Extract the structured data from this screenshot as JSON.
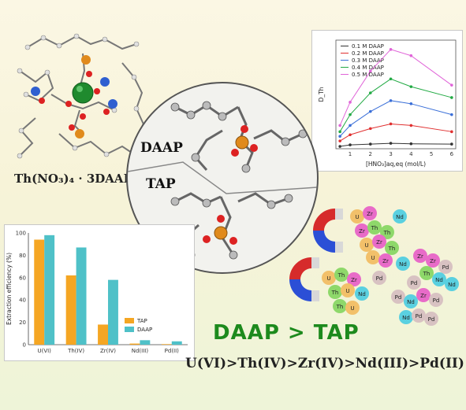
{
  "labels": {
    "formula": "Th(NO₃)₄ · 3DAAP",
    "daap": "DAAP",
    "tap": "TAP",
    "headline": "DAAP > TAP",
    "order": "U(VI)>Th(IV)>Zr(IV)>Nd(III)>Pd(II)"
  },
  "colors": {
    "tap": "#f5a623",
    "daap": "#4fc1c8",
    "headline": "#1d8a1d"
  },
  "chart_data": [
    {
      "type": "line",
      "xlabel": "[HNO₃]aq,eq (mol/L)",
      "ylabel": "D_Th",
      "x": [
        0.5,
        1,
        2,
        3,
        4,
        6
      ],
      "xticks": [
        "1",
        "2",
        "3",
        "4",
        "5",
        "6"
      ],
      "xlim": [
        0.3,
        6.2
      ],
      "ylim": [
        0,
        70
      ],
      "series": [
        {
          "name": "0.1 M DAAP",
          "color": "#333333",
          "values": [
            1.5,
            2.5,
            3,
            3.5,
            3.2,
            3
          ]
        },
        {
          "name": "0.2 M DAAP",
          "color": "#e03030",
          "values": [
            5,
            9,
            13,
            16,
            15,
            11
          ]
        },
        {
          "name": "0.3 M DAAP",
          "color": "#3a6fd8",
          "values": [
            8,
            15,
            24,
            31,
            29,
            22
          ]
        },
        {
          "name": "0.4 M DAAP",
          "color": "#22aa44",
          "values": [
            11,
            22,
            36,
            45,
            40,
            33
          ]
        },
        {
          "name": "0.5 M DAAP",
          "color": "#e064d8",
          "values": [
            15,
            30,
            50,
            64,
            60,
            41
          ]
        }
      ]
    },
    {
      "type": "bar",
      "ylabel": "Extraction efficiency (%)",
      "categories": [
        "U(VI)",
        "Th(IV)",
        "Zr(IV)",
        "Nd(III)",
        "Pd(II)"
      ],
      "ylim": [
        0,
        100
      ],
      "yticks": [
        "0",
        "20",
        "40",
        "60",
        "80",
        "100"
      ],
      "series": [
        {
          "name": "TAP",
          "color": "#f5a623",
          "values": [
            94,
            62,
            18,
            1,
            0.5
          ]
        },
        {
          "name": "DAAP",
          "color": "#4fc1c8",
          "values": [
            98,
            87,
            58,
            4,
            3
          ]
        }
      ]
    }
  ]
}
